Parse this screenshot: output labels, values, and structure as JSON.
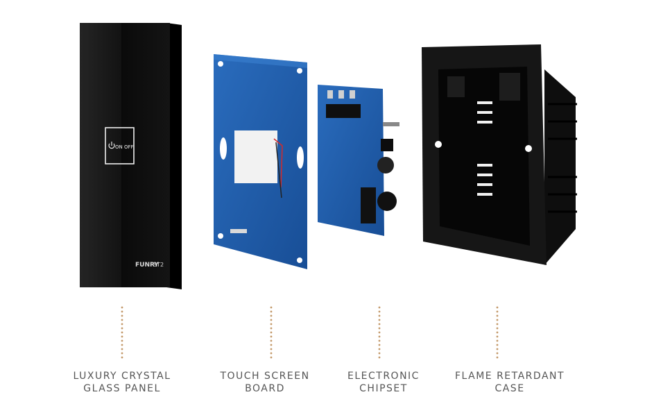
{
  "components": [
    {
      "id": "glass-panel",
      "caption_line1": "LUXURY CRYSTAL",
      "caption_line2": "GLASS PANEL"
    },
    {
      "id": "touch-board",
      "caption_line1": "TOUCH SCREEN",
      "caption_line2": "BOARD"
    },
    {
      "id": "chipset",
      "caption_line1": "ELECTRONIC",
      "caption_line2": "CHIPSET"
    },
    {
      "id": "case",
      "caption_line1": "FLAME RETARDANT",
      "caption_line2": "CASE"
    }
  ],
  "panel": {
    "button_text": "ON OFF",
    "brand": "FUNRY",
    "model": "ST2"
  },
  "colors": {
    "panel": "#0b0b0b",
    "pcb": "#1f5ca8",
    "case": "#151515",
    "dots": "#c49a6c",
    "caption": "#555555"
  }
}
